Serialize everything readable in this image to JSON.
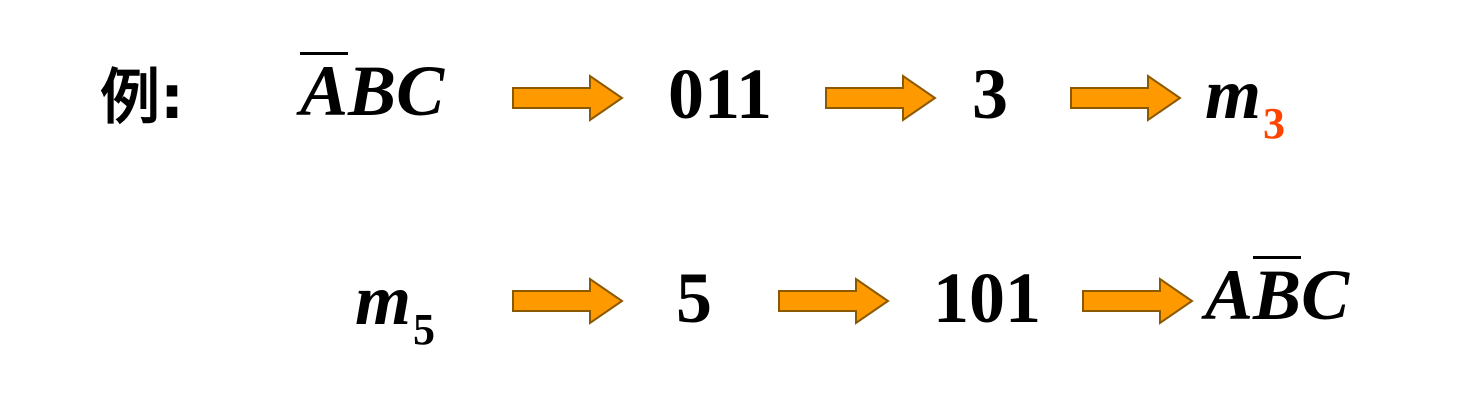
{
  "example_label": "例:",
  "row1": {
    "expr_a": "A",
    "expr_b": "B",
    "expr_c": "C",
    "binary": "011",
    "decimal": "3",
    "minterm_var": "m",
    "minterm_sub": "3"
  },
  "row2": {
    "minterm_var": "m",
    "minterm_sub": "5",
    "decimal": "5",
    "binary": "101",
    "expr_a": "A",
    "expr_b": "B",
    "expr_c": "C"
  },
  "colors": {
    "arrow_fill": "#FF9900",
    "arrow_stroke": "#8B5A00",
    "highlight_subscript": "#FF4400",
    "text": "#000000"
  },
  "icons": {
    "arrow": "right-block-arrow"
  }
}
